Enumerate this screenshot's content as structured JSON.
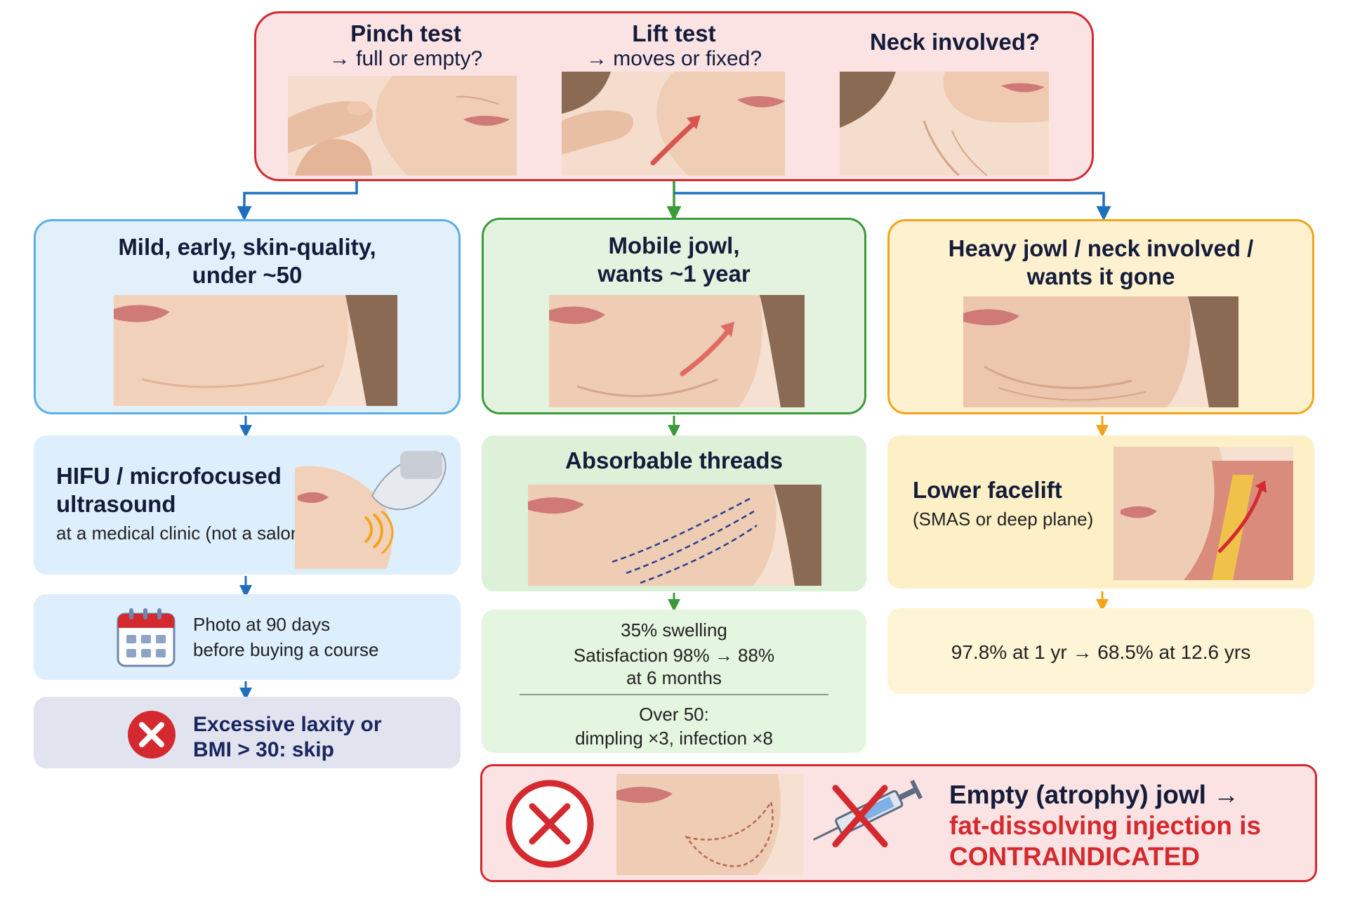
{
  "assessment": {
    "pinch": {
      "title": "Pinch test",
      "sub": "→ full or empty?"
    },
    "lift": {
      "title": "Lift test",
      "sub": "→ moves or fixed?"
    },
    "neck": {
      "title": "Neck involved?"
    }
  },
  "columns": {
    "left": {
      "header": [
        "Mild, early, skin-quality,",
        "under ~50"
      ],
      "treatment": {
        "title": [
          "HIFU / microfocused",
          "ultrasound"
        ],
        "note": "at a medical clinic (not a salon)"
      },
      "step": [
        "Photo at 90 days",
        "before buying a course"
      ],
      "warning": [
        "Excessive laxity or",
        "BMI > 30: skip"
      ]
    },
    "middle": {
      "header": [
        "Mobile jowl,",
        "wants ~1 year"
      ],
      "treatment": {
        "title": "Absorbable threads"
      },
      "stats": [
        "35% swelling",
        "Satisfaction 98% → 88%",
        "at 6 months"
      ],
      "stats_over50": [
        "Over 50:",
        "dimpling ×3, infection ×8"
      ]
    },
    "right": {
      "header": [
        "Heavy jowl / neck involved /",
        "wants it gone"
      ],
      "treatment": {
        "title": "Lower facelift",
        "note": "(SMAS or deep plane)"
      },
      "stats": "97.8% at 1 yr → 68.5% at 12.6 yrs"
    }
  },
  "contraindication": {
    "line1": "Empty (atrophy) jowl →",
    "line2": "fat-dissolving injection is",
    "line3": "CONTRAINDICATED"
  },
  "colors": {
    "red": "#d42a2f",
    "blue": "#1f6fbf",
    "green": "#3b9b3b",
    "orange": "#f2a51a",
    "skin": "#f2d3bd",
    "skin_shade": "#e2b395",
    "lip": "#cf7a76",
    "hair": "#8a6a52"
  }
}
